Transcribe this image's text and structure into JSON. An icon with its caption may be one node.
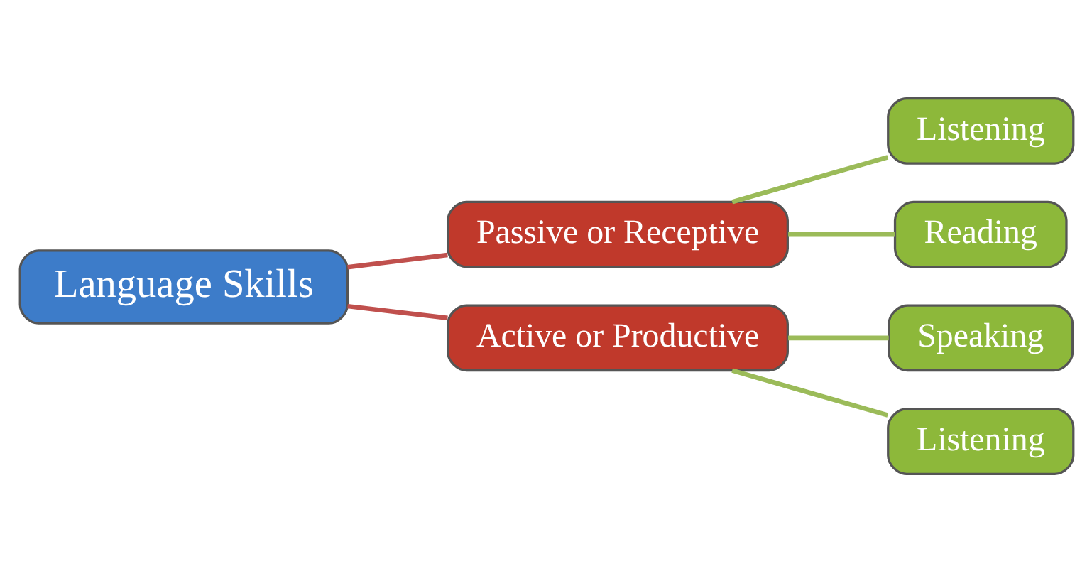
{
  "diagram": {
    "nodes": [
      {
        "text": [
          "Language Skills"
        ]
      },
      {
        "text": [
          "Passive or Receptive"
        ]
      },
      {
        "text": [
          "Active or Productive"
        ]
      },
      {
        "text": [
          "Listening"
        ]
      },
      {
        "text": [
          "Reading"
        ]
      },
      {
        "text": [
          "Speaking"
        ]
      },
      {
        "text": [
          "Listening"
        ]
      }
    ],
    "edges": [
      {
        "from": 0,
        "to": 1,
        "arrow": "none",
        "color": "#c0504d"
      },
      {
        "from": 0,
        "to": 2,
        "arrow": "none",
        "color": "#c0504d"
      },
      {
        "from": 1,
        "to": 3,
        "arrow": "none"
      },
      {
        "from": 1,
        "to": 4,
        "arrow": "none"
      },
      {
        "from": 2,
        "to": 5,
        "arrow": "none"
      },
      {
        "from": 2,
        "to": 6,
        "arrow": "none"
      }
    ]
  }
}
